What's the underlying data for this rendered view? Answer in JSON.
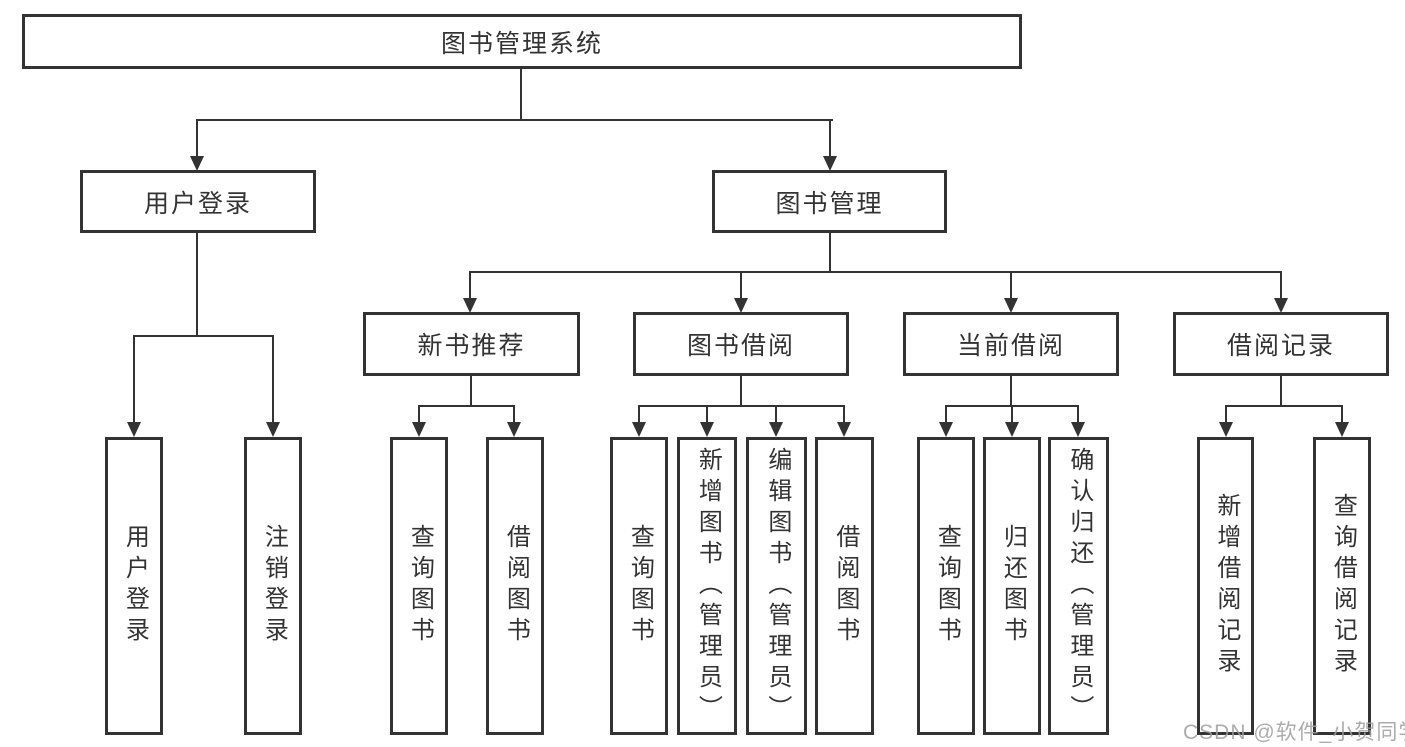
{
  "tree": {
    "root": {
      "label": "图书管理系统"
    },
    "level2": [
      {
        "label": "用户登录",
        "children": [
          {
            "label": "用户登录"
          },
          {
            "label": "注销登录"
          }
        ]
      },
      {
        "label": "图书管理",
        "children": [
          {
            "label": "新书推荐",
            "children": [
              {
                "label": "查询图书"
              },
              {
                "label": "借阅图书"
              }
            ]
          },
          {
            "label": "图书借阅",
            "children": [
              {
                "label": "查询图书"
              },
              {
                "label": "新增图书（管理员）"
              },
              {
                "label": "编辑图书（管理员）"
              },
              {
                "label": "借阅图书"
              }
            ]
          },
          {
            "label": "当前借阅",
            "children": [
              {
                "label": "查询图书"
              },
              {
                "label": "归还图书"
              },
              {
                "label": "确认归还（管理员）"
              }
            ]
          },
          {
            "label": "借阅记录",
            "children": [
              {
                "label": "新增借阅记录"
              },
              {
                "label": "查询借阅记录"
              }
            ]
          }
        ]
      }
    ]
  },
  "watermark": "CSDN @软件_小贺同学",
  "colors": {
    "line": "#333333",
    "border": "#333333",
    "text": "#333333",
    "watermark": "#9e9e9e",
    "background": "#ffffff"
  }
}
